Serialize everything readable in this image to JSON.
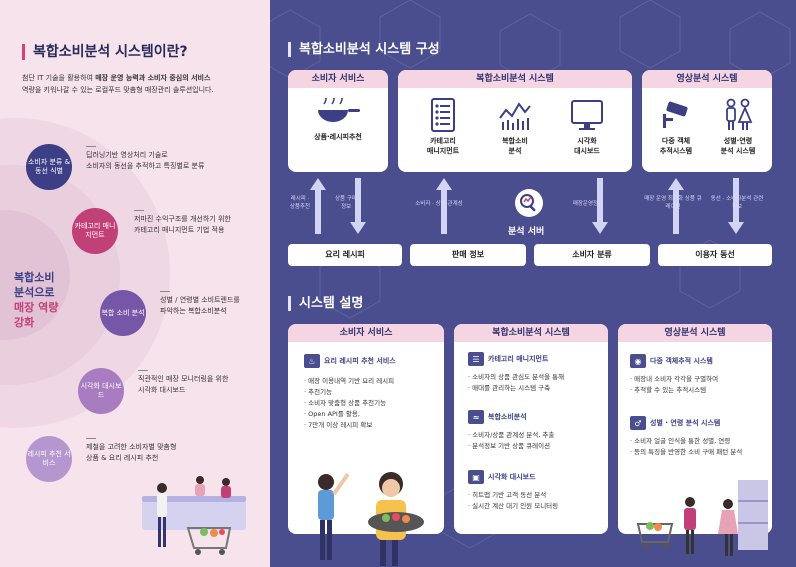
{
  "left": {
    "title": "복합소비분석 시스템이란?",
    "intro_line1_pre": "첨단 IT 기술을 활용하여 ",
    "intro_line1_bold": "매장 운영 능력과 소비자 중심의 서비스",
    "intro_line2": "역량을 키워나갈 수 있는 로컬푸드 맞춤형 매장관리 솔루션입니다.",
    "center_line1": "복합소비",
    "center_line2": "분석으로",
    "center_line3": "매장 역량",
    "center_line4": "강화",
    "nodes": [
      {
        "label": "소비자 분류 & 동선 식별",
        "desc1": "딥러닝기반 영상처리 기술로",
        "desc2": "소비자의 동선을 추적하고 특징별로 분류",
        "color": "#3c3f86"
      },
      {
        "label": "카테고리 매니지먼트",
        "desc1": "저마진 수익구조를 개선하기 위한",
        "desc2": "카테고리 매니지먼트 기법 적용",
        "color": "#c24078"
      },
      {
        "label": "복합 소비 분석",
        "desc1": "성별 / 연령별 소비트렌드를",
        "desc2": "파악하는 복합소비분석",
        "color": "#7656a6"
      },
      {
        "label": "시각화 대시보드",
        "desc1": "직관적인 매장 모니터링을 위한",
        "desc2": "시각화 대시보드",
        "color": "#a77cc0"
      },
      {
        "label": "레시피 추천 서비스",
        "desc1": "제철을 고려한 소비자별 맞춤형",
        "desc2": "상품 & 요리 레시피 추천",
        "color": "#b696cf"
      }
    ]
  },
  "structure": {
    "title": "복합소비분석 시스템 구성",
    "consumer": {
      "title": "소비자 서비스",
      "item": "상품·레시피추천"
    },
    "analysis": {
      "title": "복합소비분석 시스템",
      "items": [
        {
          "line1": "카테고리",
          "line2": "매니지먼트"
        },
        {
          "line1": "복합소비",
          "line2": "분석"
        },
        {
          "line1": "시각화",
          "line2": "대시보드"
        }
      ]
    },
    "video": {
      "title": "영상분석 시스템",
      "items": [
        {
          "line1": "다중 객체",
          "line2": "추적시스템"
        },
        {
          "line1": "성별·연령",
          "line2": "분석 시스템"
        }
      ]
    },
    "arrows": {
      "a1": "레시피 · 상품추천",
      "a2": "상품 구매 정보",
      "a3": "소비자 · 상품 관계성",
      "a4": "매장운영정보",
      "a5": "매장 운영 최적화 상품 큐레이션",
      "a6": "동선 · 소비자분석 관련정보"
    },
    "server": "분석 서버",
    "pills": [
      "요리 레시피",
      "판매 정보",
      "소비자 분류",
      "이용자 동선"
    ]
  },
  "description": {
    "title": "시스템 설명",
    "consumer": {
      "title": "소비자 서비스",
      "sub": "요리 레시피 추천 서비스",
      "bullets": [
        "매장 이용내역 기반 요리 레시피",
        "추천기능",
        "소비자 맞춤형 상품 추천기능",
        "Open API를 활용,",
        "7만개 이상 레시피 확보"
      ]
    },
    "analysis": {
      "title": "복합소비분석 시스템",
      "subs": [
        {
          "title": "카테고리 매니지먼트",
          "bullets": [
            "소비자의 상품 관심도 분석을 통해",
            "매대를 관리하는 시스템 구축"
          ]
        },
        {
          "title": "복합소비분석",
          "bullets": [
            "소비자/상품 관계성 분석, 추출",
            "분석정보 기반 상품 큐레이션"
          ]
        },
        {
          "title": "시각화 대시보드",
          "bullets": [
            "히트맵 기반 고객 동선 분석",
            "실시간 계산 대기 인원 모니터링"
          ]
        }
      ]
    },
    "video": {
      "title": "영상분석 시스템",
      "subs": [
        {
          "title": "다중 객체추적 시스템",
          "bullets": [
            "매장내 소비자 각각을 구별하여",
            "추적할 수 있는 추적시스템"
          ]
        },
        {
          "title": "성별 · 연령 분석 시스템",
          "bullets": [
            "소비자 얼굴 인식을 통한 성별, 연령",
            "등의 특징을 반영한 소비 구매 패턴 분석"
          ]
        }
      ]
    }
  }
}
